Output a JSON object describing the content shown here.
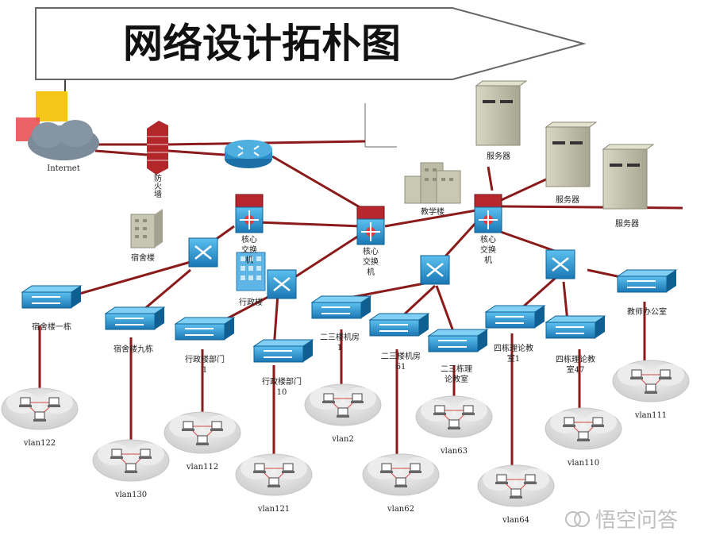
{
  "title": "网络设计拓朴图",
  "watermark": "悟空问答",
  "colors": {
    "link": "#8b1a1a",
    "switch_blue": "#2a8fc8",
    "switch_dark": "#0f5f92",
    "core_red": "#b8262e",
    "server": "#c9c8b4",
    "cloud": "#d9d9d9"
  },
  "icons": {
    "internet": "cloud-icon",
    "firewall": "firewall-icon",
    "router": "router-icon",
    "core": "core-switch-icon",
    "aggregation": "aggregation-switch-icon",
    "access": "access-switch-icon",
    "server": "server-icon",
    "building": "building-icon",
    "lan": "lan-cloud-icon"
  },
  "nodes": {
    "internet": {
      "label": "Internet"
    },
    "firewall": {
      "label": "防火墙"
    },
    "dorm_building": {
      "label": "宿舍楼"
    },
    "admin_building": {
      "label": "行政楼"
    },
    "teaching_building": {
      "label": "教学楼"
    },
    "core_left": {
      "label": "核心交换机"
    },
    "core_center": {
      "label": "核心交换机"
    },
    "core_right": {
      "label": "核心交换机"
    },
    "servers": [
      "服务器",
      "服务器",
      "服务器"
    ],
    "access": [
      {
        "key": "dorm1",
        "line1": "宿舍楼一栋",
        "line2": ""
      },
      {
        "key": "dorm9",
        "line1": "宿舍楼九栋",
        "line2": ""
      },
      {
        "key": "admin1",
        "line1": "行政楼部门",
        "line2": "1"
      },
      {
        "key": "admin10",
        "line1": "行政楼部门",
        "line2": "10"
      },
      {
        "key": "lab1",
        "line1": "二三楼机房",
        "line2": "1"
      },
      {
        "key": "lab61",
        "line1": "二三楼机房",
        "line2": "61"
      },
      {
        "key": "theory",
        "line1": "二三栋理",
        "line2": "论教室"
      },
      {
        "key": "four1",
        "line1": "四栋理论教",
        "line2": "室1"
      },
      {
        "key": "four47",
        "line1": "四栋理论教",
        "line2": "室47"
      },
      {
        "key": "teacher",
        "line1": "教师办公室",
        "line2": ""
      }
    ]
  },
  "vlans": [
    "vlan122",
    "vlan130",
    "vlan112",
    "vlan121",
    "vlan2",
    "vlan62",
    "vlan63",
    "vlan64",
    "vlan110",
    "vlan111"
  ]
}
